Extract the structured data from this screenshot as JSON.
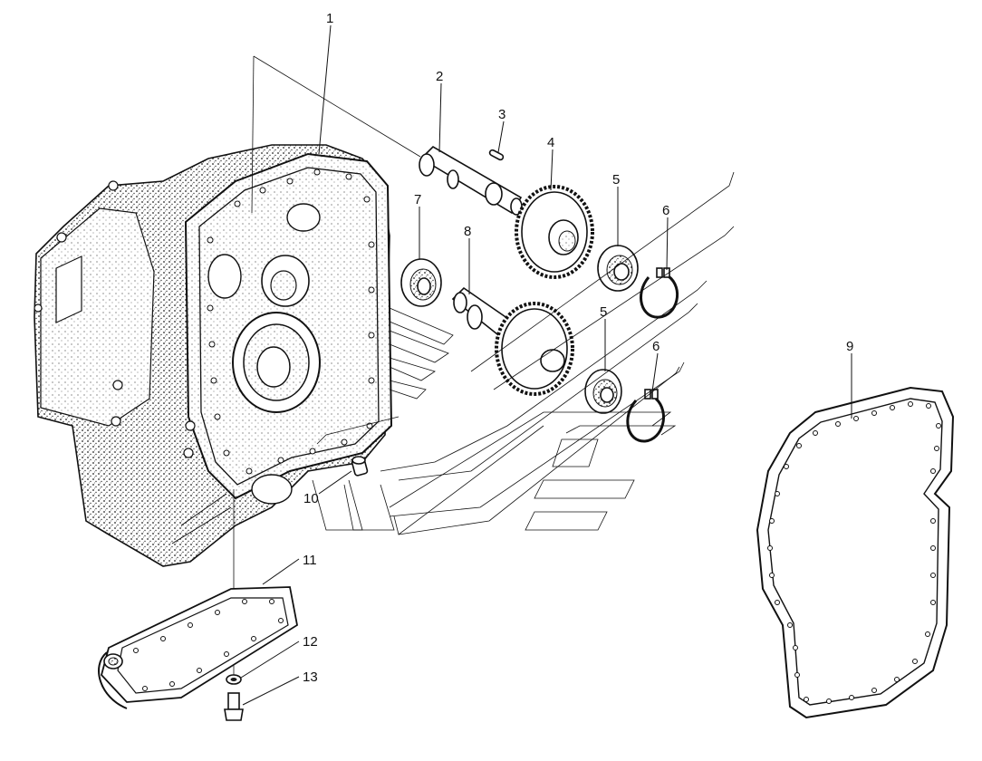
{
  "callouts": {
    "c1": "1",
    "c2": "2",
    "c3": "3",
    "c4": "4",
    "c5a": "5",
    "c5b": "5",
    "c6a": "6",
    "c6b": "6",
    "c7": "7",
    "c8": "8",
    "c9": "9",
    "c10": "10",
    "c11": "11",
    "c12": "12",
    "c13": "13"
  }
}
